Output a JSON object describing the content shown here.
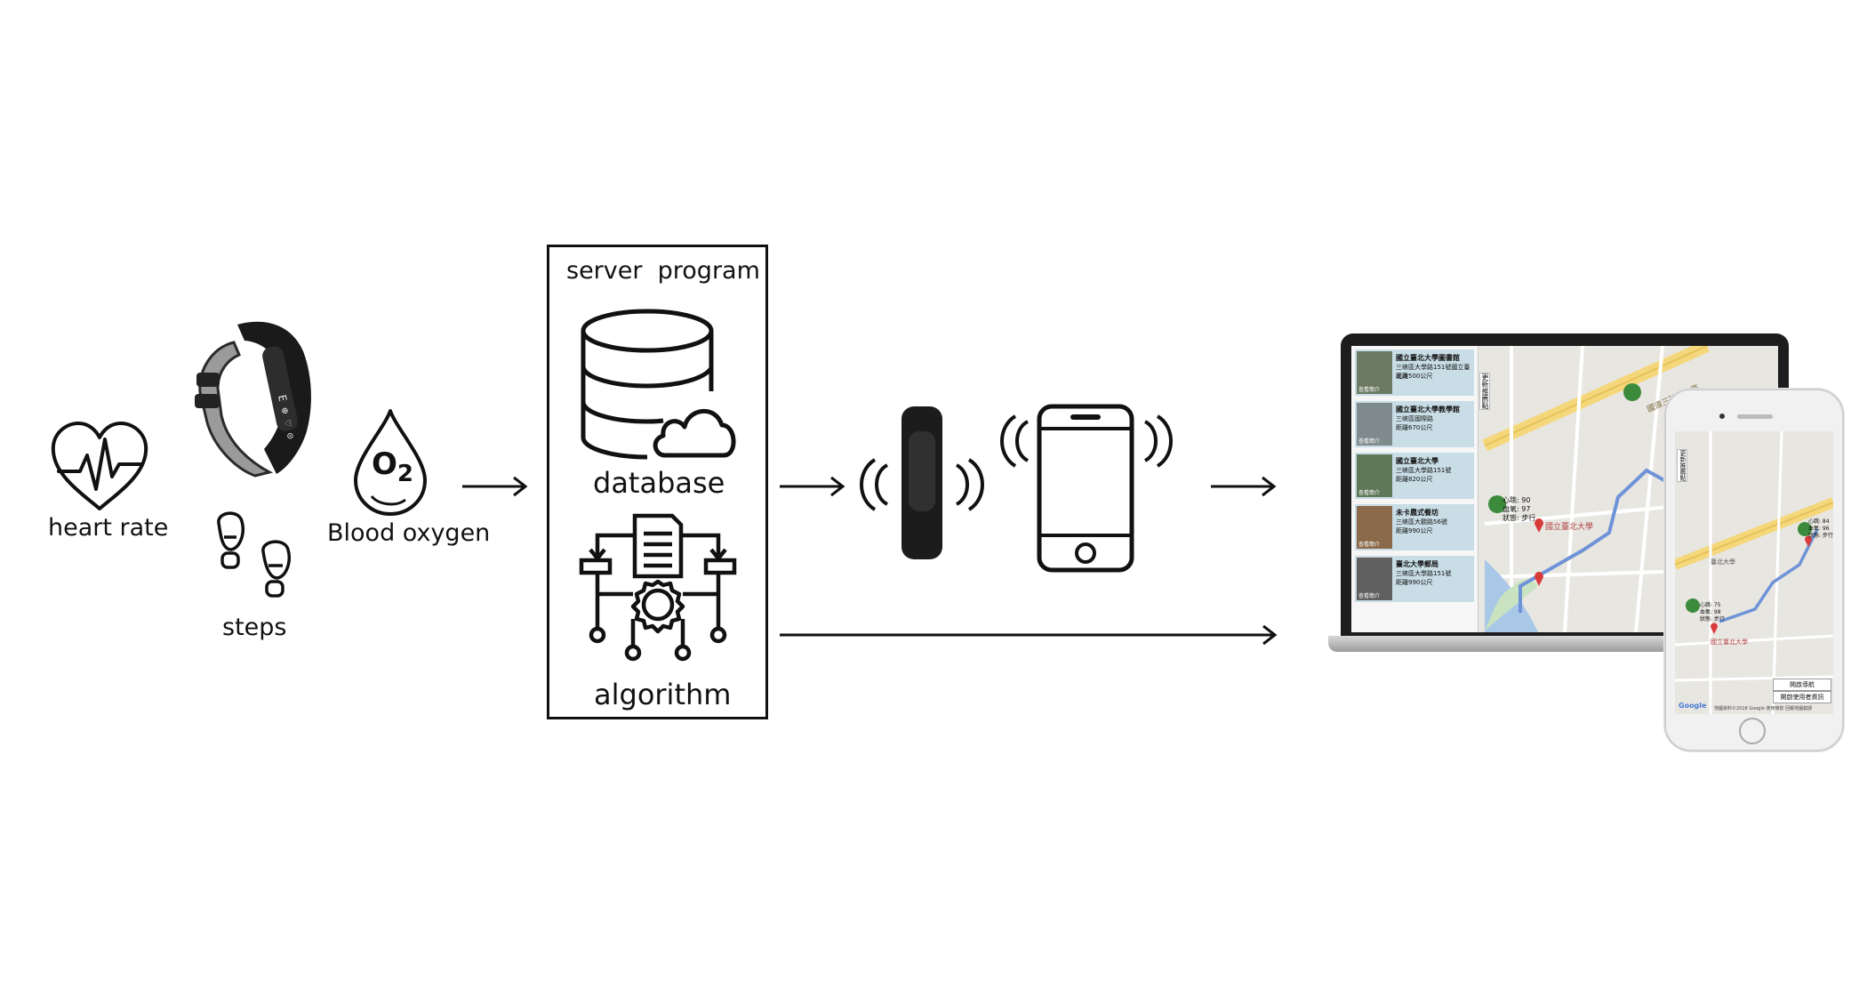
{
  "inputs": {
    "heart_rate": "heart rate",
    "steps": "steps",
    "blood_oxygen": "Blood oxygen",
    "o2_symbol": "O",
    "o2_sub": "2"
  },
  "server": {
    "title": "server  program",
    "database": "database",
    "algorithm": "algorithm"
  },
  "laptop_screen": {
    "list_items": [
      {
        "title": "國立臺北大學圖書館",
        "line1": "三峽區大學路151號國立臺北大",
        "line2": "距離500公尺",
        "tag": "查看簡介"
      },
      {
        "title": "國立臺北大學教學館",
        "line1": "三峽區國際路",
        "line2": "距離670公尺",
        "tag": "查看簡介"
      },
      {
        "title": "國立臺北大學",
        "line1": "三峽區大學路151號",
        "line2": "距離820公尺",
        "tag": "查看簡介"
      },
      {
        "title": "未卡農式餐坊",
        "line1": "三峽區大觀路56號",
        "line2": "距離990公尺",
        "tag": "查看簡介"
      },
      {
        "title": "臺北大學郵局",
        "line1": "三峽區大學路151號",
        "line2": "距離990公尺",
        "tag": "查看簡介"
      }
    ],
    "side_button": "更新推薦點",
    "map_labels": {
      "road1": "國道三號北二高",
      "ntpu": "國立臺北大學",
      "hr_label": "心跳: 90",
      "bp_label": "血氧: 97",
      "act_label": "狀態: 步行"
    }
  },
  "phone_screen": {
    "side_button": "更新推薦點",
    "map_labels": {
      "ntpu": "臺北大學",
      "ntpu2": "國立臺北大學",
      "hr_label": "心跳: 75",
      "bp_label": "血氧: 98",
      "act_label": "狀態: 步行",
      "hr2": "心跳: 84",
      "bp2": "血氧: 96",
      "act2": "狀態: 步行"
    },
    "btn_nav": "開啟導航",
    "btn_info": "開啟使用者資訊",
    "footer": "地圖資料©2018 Google   使用條款   回報地圖錯誤",
    "google": "Google"
  },
  "colors": {
    "ink": "#111111",
    "map_bg": "#e8e6e1",
    "highway": "#f5d77b",
    "route": "#6f93d8",
    "list_card": "#c8dde6",
    "pin_red": "#d93a3a",
    "pin_green": "#3c8a3c"
  }
}
